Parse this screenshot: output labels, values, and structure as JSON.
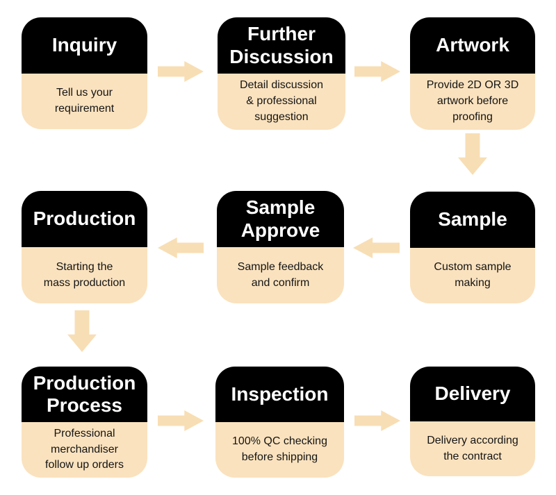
{
  "colors": {
    "page_bg": "#ffffff",
    "header_bg": "#000000",
    "header_text": "#ffffff",
    "body_bg": "#fae2be",
    "body_text": "#141414",
    "arrow": "#f8deb4"
  },
  "flow": {
    "cards": [
      {
        "id": "inquiry",
        "title": "Inquiry",
        "desc": "Tell us your\nrequirement"
      },
      {
        "id": "further-discussion",
        "title": "Further\nDiscussion",
        "desc": "Detail discussion\n& professional\nsuggestion"
      },
      {
        "id": "artwork",
        "title": "Artwork",
        "desc": "Provide 2D OR 3D\nartwork before\nproofing"
      },
      {
        "id": "production",
        "title": "Production",
        "desc": "Starting the\nmass production"
      },
      {
        "id": "sample-approve",
        "title": "Sample\nApprove",
        "desc": "Sample feedback\nand confirm"
      },
      {
        "id": "sample",
        "title": "Sample",
        "desc": "Custom sample\nmaking"
      },
      {
        "id": "production-process",
        "title": "Production\nProcess",
        "desc": "Professional\nmerchandiser\nfollow up orders"
      },
      {
        "id": "inspection",
        "title": "Inspection",
        "desc": "100% QC checking\nbefore shipping"
      },
      {
        "id": "delivery",
        "title": "Delivery",
        "desc": "Delivery according\nthe contract"
      }
    ],
    "arrows": [
      {
        "name": "inquiry-to-further-discussion",
        "direction": "right"
      },
      {
        "name": "further-discussion-to-artwork",
        "direction": "right"
      },
      {
        "name": "artwork-to-sample",
        "direction": "down"
      },
      {
        "name": "sample-to-sample-approve",
        "direction": "left"
      },
      {
        "name": "sample-approve-to-production",
        "direction": "left"
      },
      {
        "name": "production-to-production-process",
        "direction": "down"
      },
      {
        "name": "production-process-to-inspection",
        "direction": "right"
      },
      {
        "name": "inspection-to-delivery",
        "direction": "right"
      }
    ]
  }
}
